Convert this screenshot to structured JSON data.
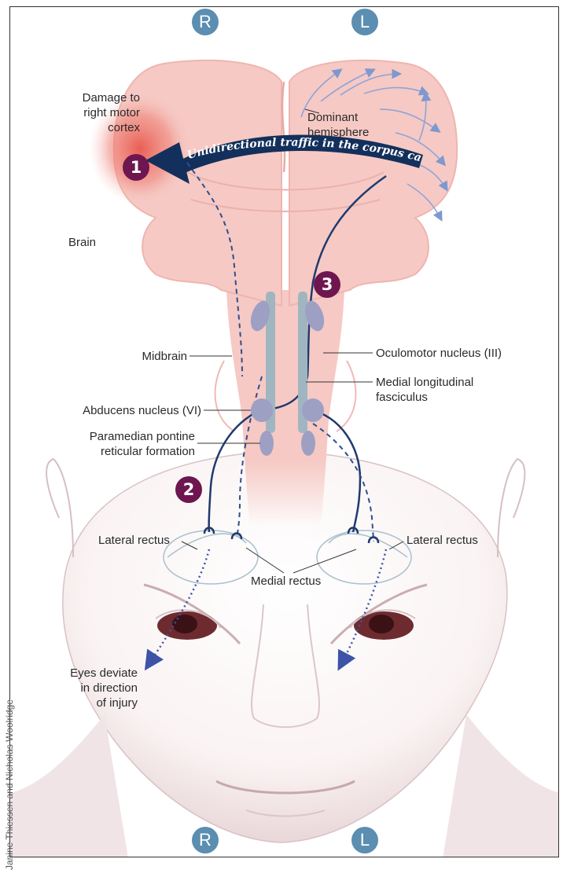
{
  "sides": {
    "right_top": "R",
    "left_top": "L",
    "right_bottom": "R",
    "left_bottom": "L"
  },
  "markers": {
    "one": "1",
    "two": "2",
    "three": "3"
  },
  "labels": {
    "damage": "Damage to\nright motor\ncortex",
    "dominant": "Dominant\nhemisphere",
    "corpus": "Unidirectional traffic in the corpus callosum",
    "brain": "Brain",
    "midbrain": "Midbrain",
    "abducens": "Abducens nucleus (VI)",
    "pprf": "Paramedian pontine\nreticular formation",
    "oculomotor": "Oculomotor nucleus (III)",
    "mlf": "Medial longitudinal\nfasciculus",
    "lateral_rectus_right": "Lateral rectus",
    "lateral_rectus_left": "Lateral rectus",
    "medial_rectus": "Medial rectus",
    "eyes_deviate": "Eyes deviate\nin direction\nof injury",
    "credit": "Janine Thiessen and Nicholas Woolridge"
  },
  "colors": {
    "brain": "#f6c9c4",
    "damage": "#e8584e",
    "corpus_arrow": "#13305c",
    "pathway": "#1f3a6e",
    "nucleus": "#9ea0c3",
    "mlf": "#9fb6c0",
    "side_circle": "#5b8eb0",
    "marker": "#6e1650"
  }
}
